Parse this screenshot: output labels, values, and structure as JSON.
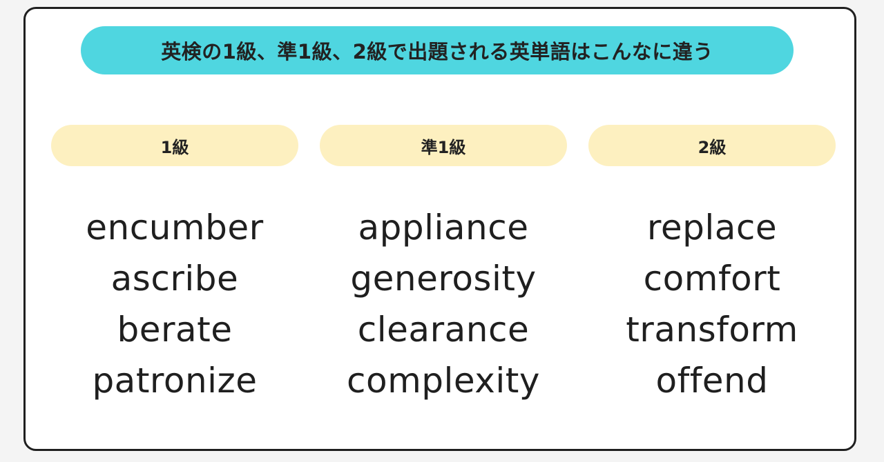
{
  "title": "英検の1級、準1級、2級で出題される英単語はこんなに違う",
  "columns": [
    {
      "grade": "1級",
      "words": [
        "encumber",
        "ascribe",
        "berate",
        "patronize"
      ]
    },
    {
      "grade": "準1級",
      "words": [
        "appliance",
        "generosity",
        "clearance",
        "complexity"
      ]
    },
    {
      "grade": "2級",
      "words": [
        "replace",
        "comfort",
        "transform",
        "offend"
      ]
    }
  ],
  "colors": {
    "title_bg": "#4fd6e0",
    "grade_bg": "#fdf0c0",
    "border": "#1f1f1f",
    "text": "#1f1f1f"
  }
}
